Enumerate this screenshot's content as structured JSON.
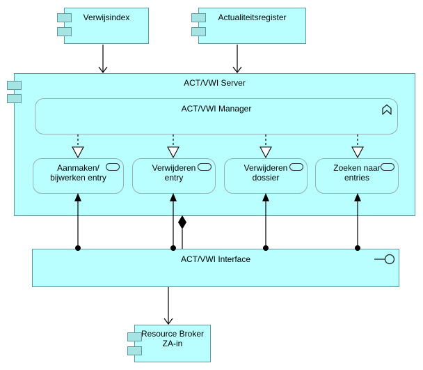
{
  "diagram": {
    "colors": {
      "element_fill": "#b9ffff",
      "module_fill": "#a6e4e4",
      "element_border": "#5e98a0",
      "rounded_border": "#96afb4",
      "connector": "#000000"
    },
    "nodes": {
      "verwijsindex": {
        "label": "Verwijsindex"
      },
      "actualiteitsregister": {
        "label": "Actualiteitsregister"
      },
      "server": {
        "label": "ACT/VWI Server"
      },
      "manager": {
        "label": "ACT/VWI Manager"
      },
      "services": [
        {
          "line1": "Aanmaken/",
          "line2": "bijwerken entry"
        },
        {
          "line1": "Verwijderen",
          "line2": "entry"
        },
        {
          "line1": "Verwijderen",
          "line2": "dossier"
        },
        {
          "line1": "Zoeken naar",
          "line2": "entries"
        }
      ],
      "interface": {
        "label": "ACT/VWI Interface"
      },
      "resource_broker": {
        "line1": "Resource Broker",
        "line2": "ZA-in"
      }
    }
  }
}
